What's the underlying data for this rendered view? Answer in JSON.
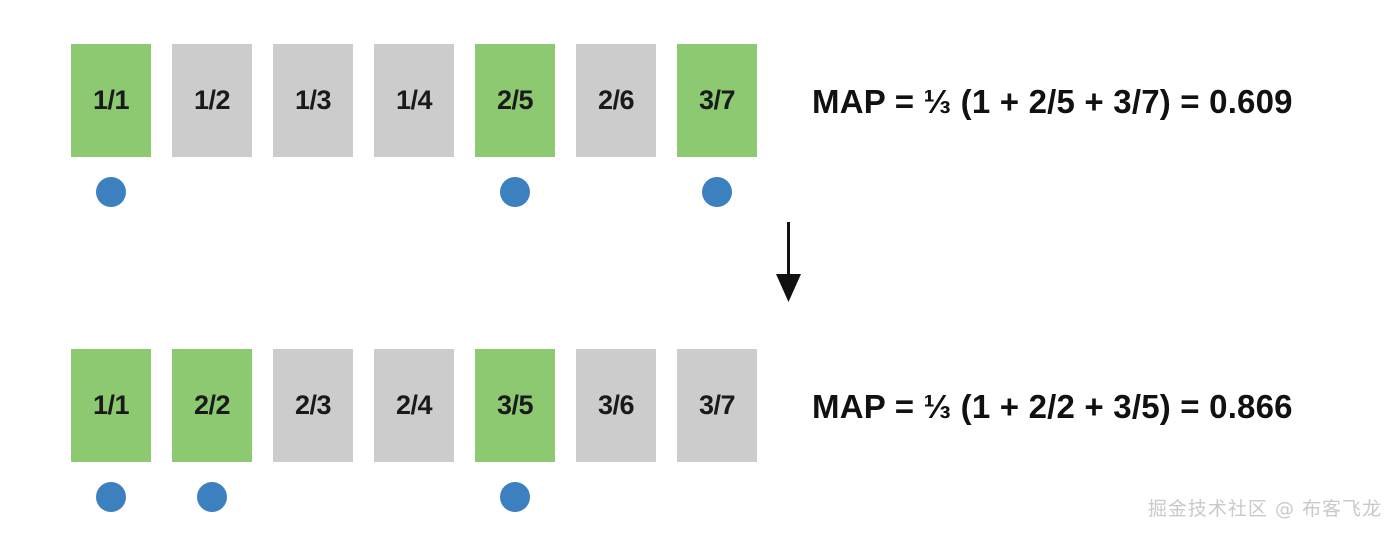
{
  "colors": {
    "relevant": "#8CC971",
    "irrelevant": "#CCCCCC",
    "marker": "#3C80C0",
    "background": "#FFFFFF",
    "text": "#111111",
    "watermark": "#C9C9C9"
  },
  "rows": [
    {
      "id": "row-1",
      "boxes": [
        {
          "label": "1/1",
          "relevant": true
        },
        {
          "label": "1/2",
          "relevant": false
        },
        {
          "label": "1/3",
          "relevant": false
        },
        {
          "label": "1/4",
          "relevant": false
        },
        {
          "label": "2/5",
          "relevant": true
        },
        {
          "label": "2/6",
          "relevant": false
        },
        {
          "label": "3/7",
          "relevant": true
        }
      ],
      "marker_positions": [
        0,
        4,
        6
      ],
      "formula": "MAP = ⅓ (1 + 2/5 + 3/7) = 0.609",
      "map_value": 0.609
    },
    {
      "id": "row-2",
      "boxes": [
        {
          "label": "1/1",
          "relevant": true
        },
        {
          "label": "2/2",
          "relevant": true
        },
        {
          "label": "2/3",
          "relevant": false
        },
        {
          "label": "2/4",
          "relevant": false
        },
        {
          "label": "3/5",
          "relevant": true
        },
        {
          "label": "3/6",
          "relevant": false
        },
        {
          "label": "3/7",
          "relevant": false
        }
      ],
      "marker_positions": [
        0,
        1,
        4
      ],
      "formula": "MAP = ⅓ (1 + 2/2 + 3/5) = 0.866",
      "map_value": 0.866
    }
  ],
  "arrow": {
    "direction": "down",
    "name": "improvement-arrow"
  },
  "watermark": {
    "text": "掘金技术社区 @ 布客飞龙"
  }
}
